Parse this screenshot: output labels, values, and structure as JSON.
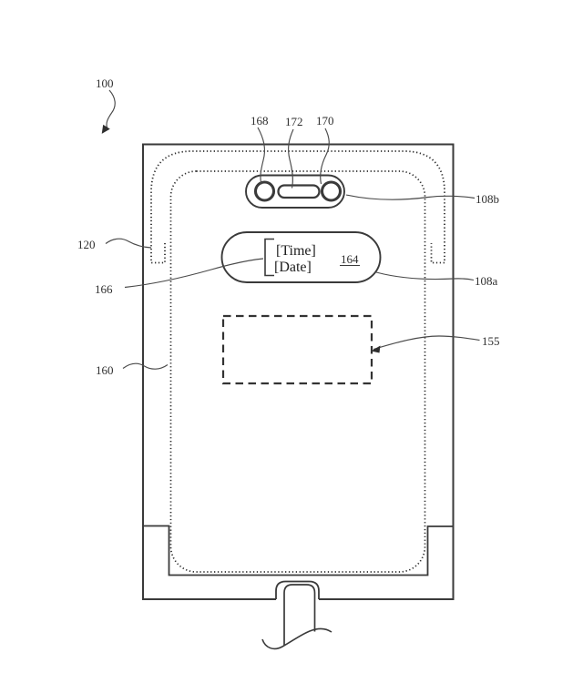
{
  "figure": {
    "background": "#ffffff",
    "ink_color": "#3a3a3a",
    "text_color": "#2e2e2e",
    "labels": {
      "l100": "100",
      "l168": "168",
      "l172": "172",
      "l170": "170",
      "l108b": "108b",
      "l108a": "108a",
      "l120": "120",
      "l166": "166",
      "l160": "160",
      "l155": "155",
      "l164": "164"
    },
    "widget": {
      "time_placeholder": "[Time]",
      "date_placeholder": "[Date]"
    }
  }
}
